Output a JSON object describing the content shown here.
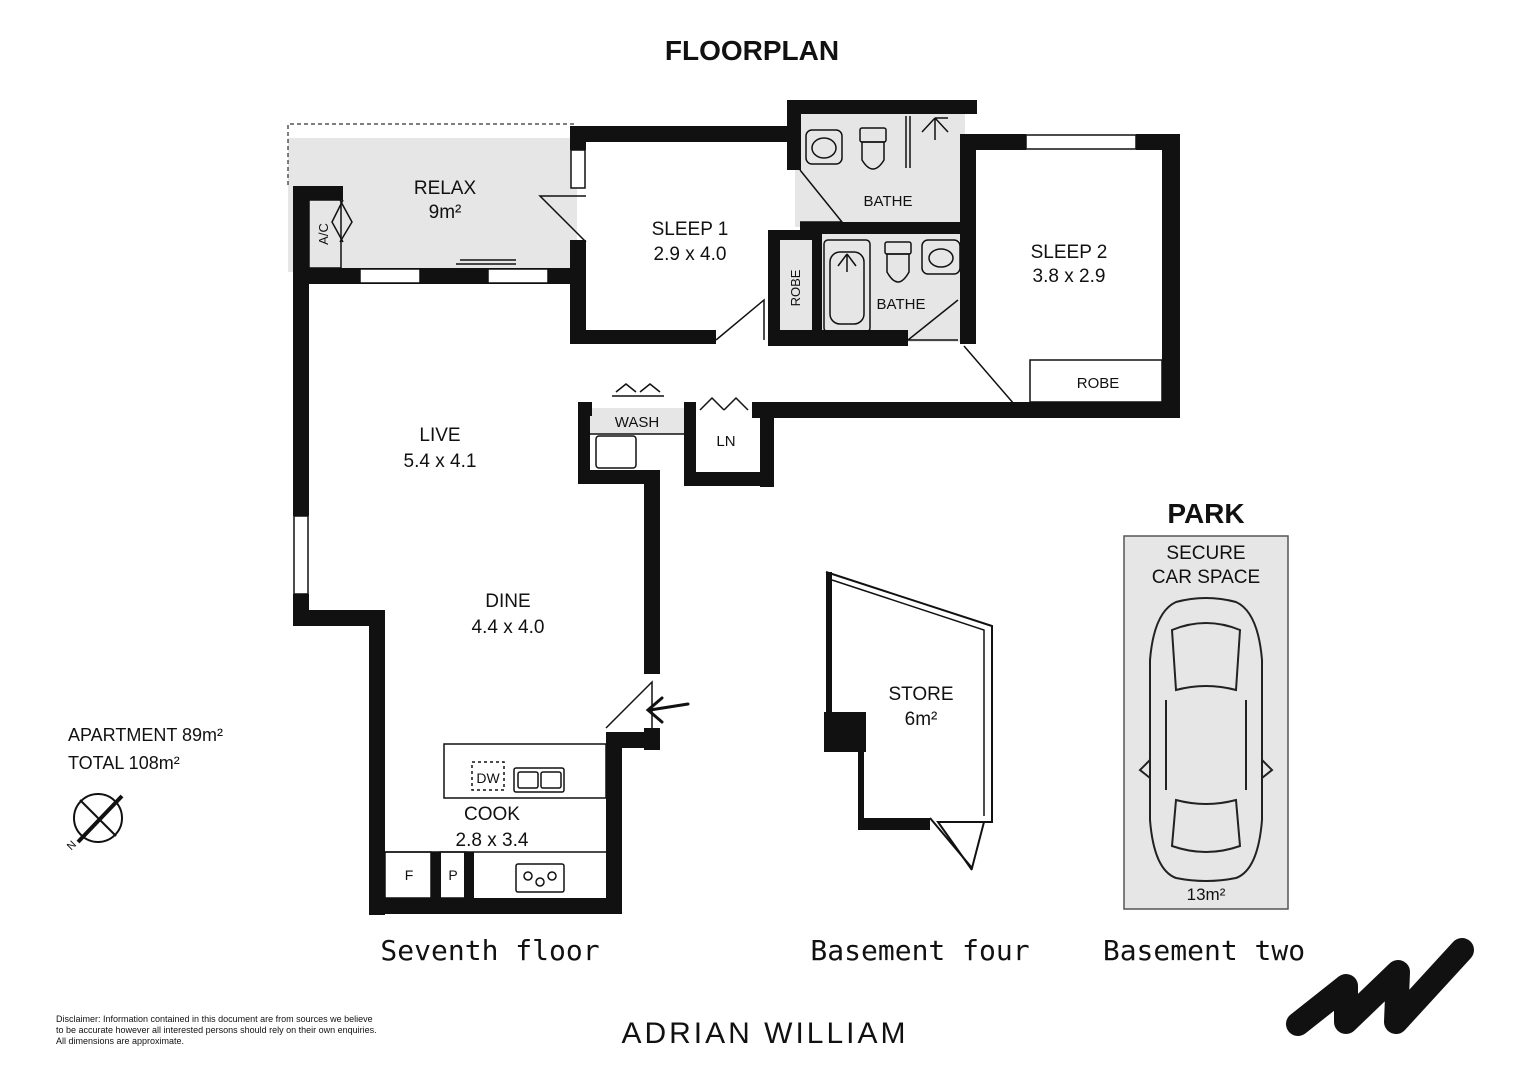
{
  "title": "FLOORPLAN",
  "rooms": {
    "relax": {
      "name": "RELAX",
      "size": "9m²"
    },
    "sleep1": {
      "name": "SLEEP 1",
      "size": "2.9 x 4.0"
    },
    "sleep2": {
      "name": "SLEEP 2",
      "size": "3.8 x 2.9"
    },
    "bathe_upper": "BATHE",
    "bathe_lower": "BATHE",
    "robe1": "ROBE",
    "robe2": "ROBE",
    "ac": "A/C",
    "wash": "WASH",
    "linen": "LN",
    "live": {
      "name": "LIVE",
      "size": "5.4 x 4.1"
    },
    "dine": {
      "name": "DINE",
      "size": "4.4 x 4.0"
    },
    "cook": {
      "name": "COOK",
      "size": "2.8 x 3.4"
    },
    "dishwasher": "DW",
    "fridge": "F",
    "pantry": "P",
    "store": {
      "name": "STORE",
      "size": "6m²"
    }
  },
  "park": {
    "heading": "PARK",
    "line1": "SECURE",
    "line2": "CAR SPACE",
    "size": "13m²"
  },
  "areas": {
    "apartment": "APARTMENT 89m²",
    "total": "TOTAL 108m²"
  },
  "compass_letter": "N",
  "levels": {
    "seventh": "Seventh floor",
    "basement4": "Basement four",
    "basement2": "Basement two"
  },
  "disclaimer": [
    "Disclaimer: Information contained in this document are from sources we believe",
    "to be accurate however all interested persons should rely on their own enquiries.",
    "All dimensions are approximate."
  ],
  "brand": "ADRIAN WILLIAM",
  "colors": {
    "wall": "#111111",
    "shade": "#e6e6e6",
    "ink": "#111111"
  }
}
